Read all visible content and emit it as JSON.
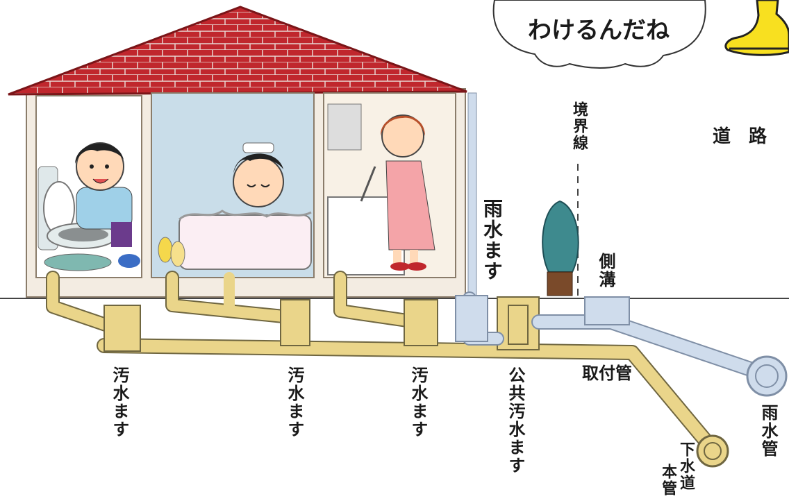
{
  "speech_bubble": {
    "text": "わけるんだね"
  },
  "labels": {
    "road": "道　路",
    "boundary_line": "境界線",
    "rain_basin": "雨水ます",
    "side_ditch": "側溝",
    "sewage_basin_1": "汚水ます",
    "sewage_basin_2": "汚水ます",
    "sewage_basin_3": "汚水ます",
    "public_sewage_basin": "公共汚水ます",
    "connection_pipe": "取付管",
    "rain_pipe": "雨水管",
    "sewer_main_line1": "下水道",
    "sewer_main_line2": "本管"
  },
  "colors": {
    "roof": "#c0272d",
    "house_wall": "#f3ece2",
    "sewage_pipe": "#ead58a",
    "rain_pipe": "#cfdcec",
    "tree": "#3e8a8e"
  }
}
